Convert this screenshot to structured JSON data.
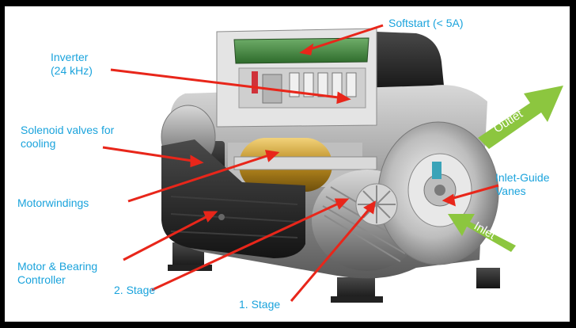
{
  "labels": {
    "softstart": "Softstart (< 5A)",
    "inverter_line1": "Inverter",
    "inverter_line2": "(24 kHz)",
    "solenoid_line1": "Solenoid valves for",
    "solenoid_line2": "cooling",
    "motorwindings": "Motorwindings",
    "motor_bearing_line1": "Motor & Bearing",
    "motor_bearing_line2": "Controller",
    "stage2": "2. Stage",
    "stage1": "1. Stage",
    "inlet_guide_line1": "Inlet-Guide",
    "inlet_guide_line2": "Vanes",
    "outlet": "Outlet",
    "inlet": "Inlet"
  },
  "colors": {
    "label_text": "#1aa3dc",
    "leader_line": "#e8261a",
    "flow_arrow": "#8cc63f",
    "background": "#ffffff",
    "border": "#000000"
  }
}
